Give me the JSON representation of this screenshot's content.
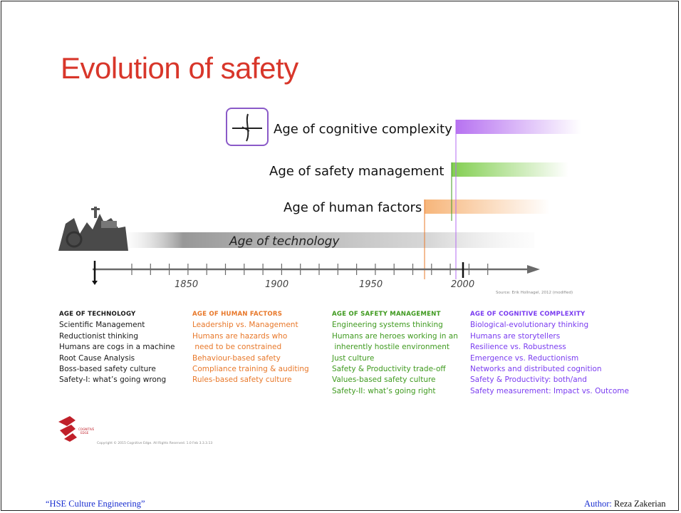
{
  "slide": {
    "title": "Evolution of safety",
    "source_note": "Source: Erik Hollnagel, 2012 (modified)",
    "copyright": "Copyright © 2015 Cognitive Edge. All Rights Reserved. 1.0 Feb 3.3.3.13"
  },
  "ages": [
    {
      "label": "Age of cognitive complexity",
      "color": "#b36bf0"
    },
    {
      "label": "Age of safety management",
      "color": "#8fd45e"
    },
    {
      "label": "Age of human factors",
      "color": "#f7b070"
    },
    {
      "label": "Age of technology",
      "color": "#9a9a9a"
    }
  ],
  "timeline": {
    "tick_labels": [
      "1850",
      "1900",
      "1950",
      "2000"
    ]
  },
  "columns": [
    {
      "heading": "AGE OF TECHNOLOGY",
      "items": [
        "Scientific Management",
        "Reductionist thinking",
        "Humans are cogs in a machine",
        "Root Cause Analysis",
        "Boss-based safety culture",
        "Safety-I: what’s going wrong"
      ]
    },
    {
      "heading": "AGE OF HUMAN FACTORS",
      "items": [
        "Leadership vs. Management",
        "Humans are hazards who",
        " need to be constrained",
        "Behaviour-based safety",
        "Compliance training & auditing",
        "Rules-based safety culture"
      ]
    },
    {
      "heading": "AGE OF SAFETY MANAGEMENT",
      "items": [
        "Engineering systems thinking",
        "Humans are heroes working in an",
        " inherently hostile environment",
        "Just culture",
        "Safety & Productivity trade-off",
        "Values-based safety culture",
        "Safety-II: what’s going right"
      ]
    },
    {
      "heading": "AGE OF COGNITIVE COMPLEXITY",
      "items": [
        "Biological-evolutionary thinking",
        "Humans are storytellers",
        "Resilience vs. Robustness",
        "Emergence vs. Reductionism",
        "Networks and distributed cognition",
        "Safety & Productivity: both/and",
        "Safety measurement: Impact vs. Outcome"
      ]
    }
  ],
  "logo": {
    "text_line1": "COGNITIVE",
    "text_line2": "EDGE"
  },
  "footer": {
    "left": "“HSE Culture Engineering”",
    "right_label": "Author:",
    "right_name": "Reza Zakerian"
  }
}
